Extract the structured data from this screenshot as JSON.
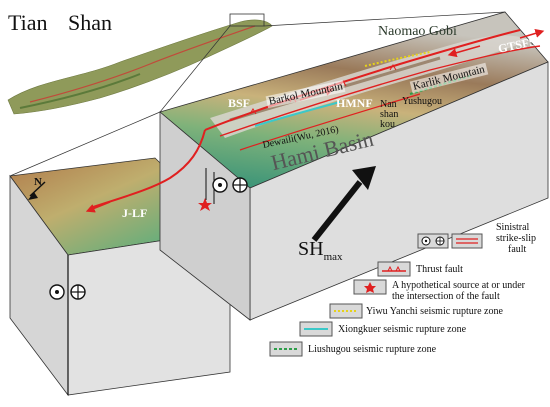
{
  "region": {
    "title_left": "Tian",
    "title_right": "Shan"
  },
  "map_labels": {
    "naomao_gobi": "Naomao Gobi",
    "gtsfs": "GTSFS",
    "bsf": "BSF",
    "barkol": "Barkol Mountain",
    "karlik": "Karlik Mountain",
    "hmnf": "HMNF",
    "nan_shan_kou": [
      "Nan",
      "shan",
      "kou"
    ],
    "yushugou": "Yushugou",
    "dewaili": "Dewaili(Wu, 2016)",
    "hami_basin": "Hami Basin",
    "jlf": "J-LF",
    "compass": "N",
    "sh": "SH",
    "sh_sub": "max"
  },
  "legend": {
    "sinistral": [
      "Sinistral",
      "strike-slip",
      "fault"
    ],
    "thrust": "Thrust fault",
    "source": [
      "A hypothetical source at or under",
      "the intersection of the fault"
    ],
    "yiwu": "Yiwu Yanchi seismic rupture zone",
    "xiongkuer": "Xiongkuer  seismic rupture zone",
    "liushugou": "Liushugou seismic rupture zone"
  },
  "colors": {
    "fault": "#e02020",
    "yiwu_line": "#e6d21a",
    "xiongkuer_line": "#3cc8c8",
    "liushugou_line": "#2e9e4a",
    "terrain_low": "#3f9e7a",
    "terrain_mid": "#c8b27a",
    "terrain_high": "#b7b2a8"
  }
}
